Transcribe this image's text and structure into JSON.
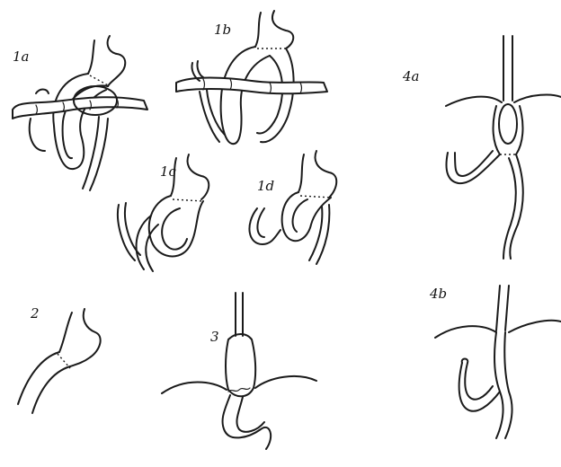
{
  "labels": {
    "fig_1a": "1a",
    "fig_1b": "1b",
    "fig_1c": "1c",
    "fig_1d": "1d",
    "fig_2": "2",
    "fig_3": "3",
    "fig_4a": "4a",
    "fig_4b": "4b"
  },
  "colors": {
    "ink": "#1a1a1a",
    "paper": "#ffffff"
  }
}
